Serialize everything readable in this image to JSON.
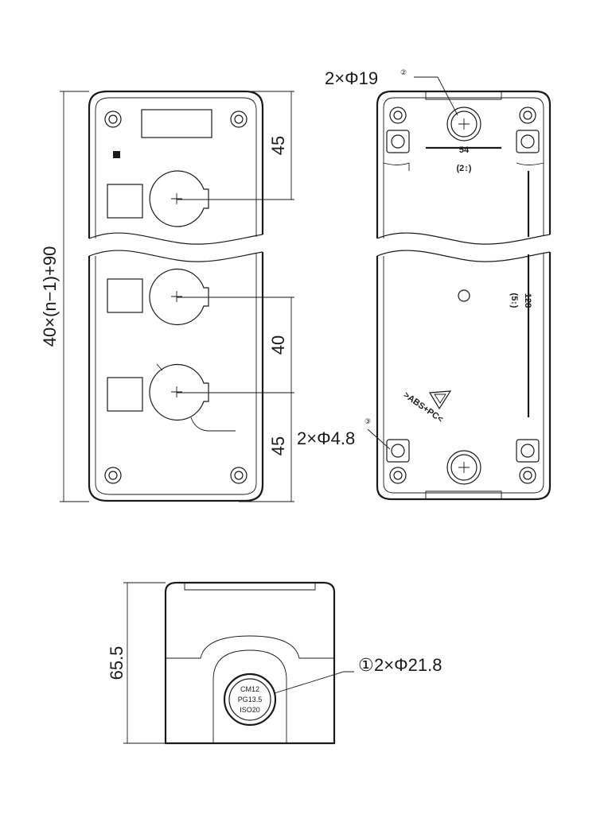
{
  "front_view": {
    "dim_total": "40×(n−1)+90",
    "dim_top": "45",
    "dim_pitch": "40",
    "dim_bottom": "45"
  },
  "back_view": {
    "label_top_hole": "2×Φ19",
    "top_hole_callout": "②",
    "dim_width": "54",
    "dim_width_sub": "(2↕)",
    "dim_length": "128",
    "dim_length_sub": "(5↕)",
    "label_screw_hole": "2×Φ4.8",
    "screw_hole_callout": "③",
    "material": ">ABS+PC<"
  },
  "side_view": {
    "dim_height": "65.5",
    "gland_label": "2×Φ21.8",
    "gland_callout": "①",
    "gland_text_1": "CM12",
    "gland_text_2": "PG13.5",
    "gland_text_3": "ISO20"
  }
}
